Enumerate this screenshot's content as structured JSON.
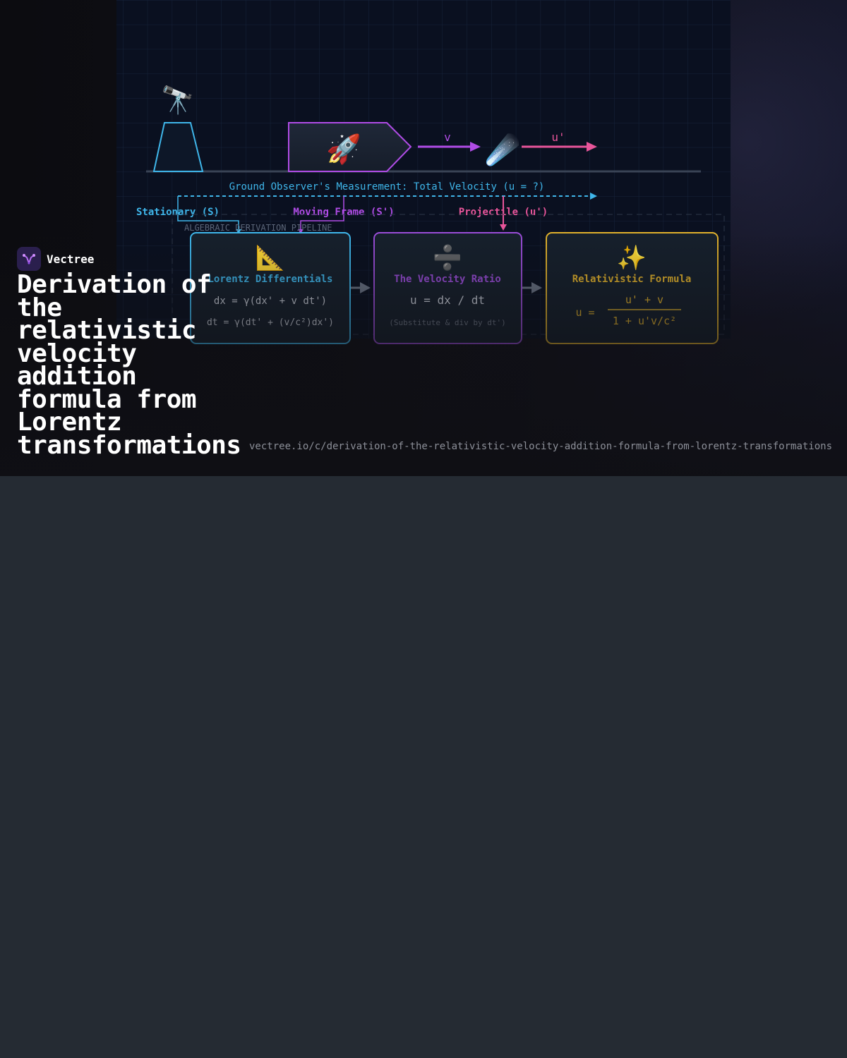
{
  "brand": {
    "name": "Vectree"
  },
  "title": "Derivation of the relativistic velocity addition formula from Lorentz transformations",
  "url": "vectree.io/c/derivation-of-the-relativistic-velocity-addition-formula-from-lorentz-transformations",
  "scene": {
    "velocity_v_label": "v",
    "velocity_u_prime_label": "u'",
    "telescope_emoji": "🔭",
    "rocket_emoji": "🚀",
    "comet_emoji": "☄️",
    "measurement_label": "Ground Observer's Measurement: Total Velocity (u = ?)",
    "frames": [
      {
        "label": "Stationary (S)",
        "color": "#3fb6ea"
      },
      {
        "label": "Moving Frame (S')",
        "color": "#b04ce6"
      },
      {
        "label": "Projectile (u')",
        "color": "#e8559a"
      }
    ]
  },
  "pipeline": {
    "label": "ALGEBRAIC DERIVATION PIPELINE",
    "steps": [
      {
        "icon": "📐",
        "title": "Lorentz Differentials",
        "line1": "dx = γ(dx' + v dt')",
        "line2": "dt = γ(dt' + (v/c²)dx')",
        "color": "#3fb6ea"
      },
      {
        "icon": "➗",
        "title": "The Velocity Ratio",
        "line1": "u = dx / dt",
        "line2": "(Substitute & div by dt')",
        "color": "#9a4dd8"
      },
      {
        "icon": "✨",
        "title": "Relativistic Formula",
        "lhs": "u =",
        "numerator": "u' + v",
        "denominator": "1 + u'v/c²",
        "color": "#e0b12c"
      }
    ]
  },
  "colors": {
    "accent_blue": "#3fb6ea",
    "accent_purple": "#b04ce6",
    "accent_pink": "#e8559a",
    "accent_gold": "#e0b12c"
  }
}
